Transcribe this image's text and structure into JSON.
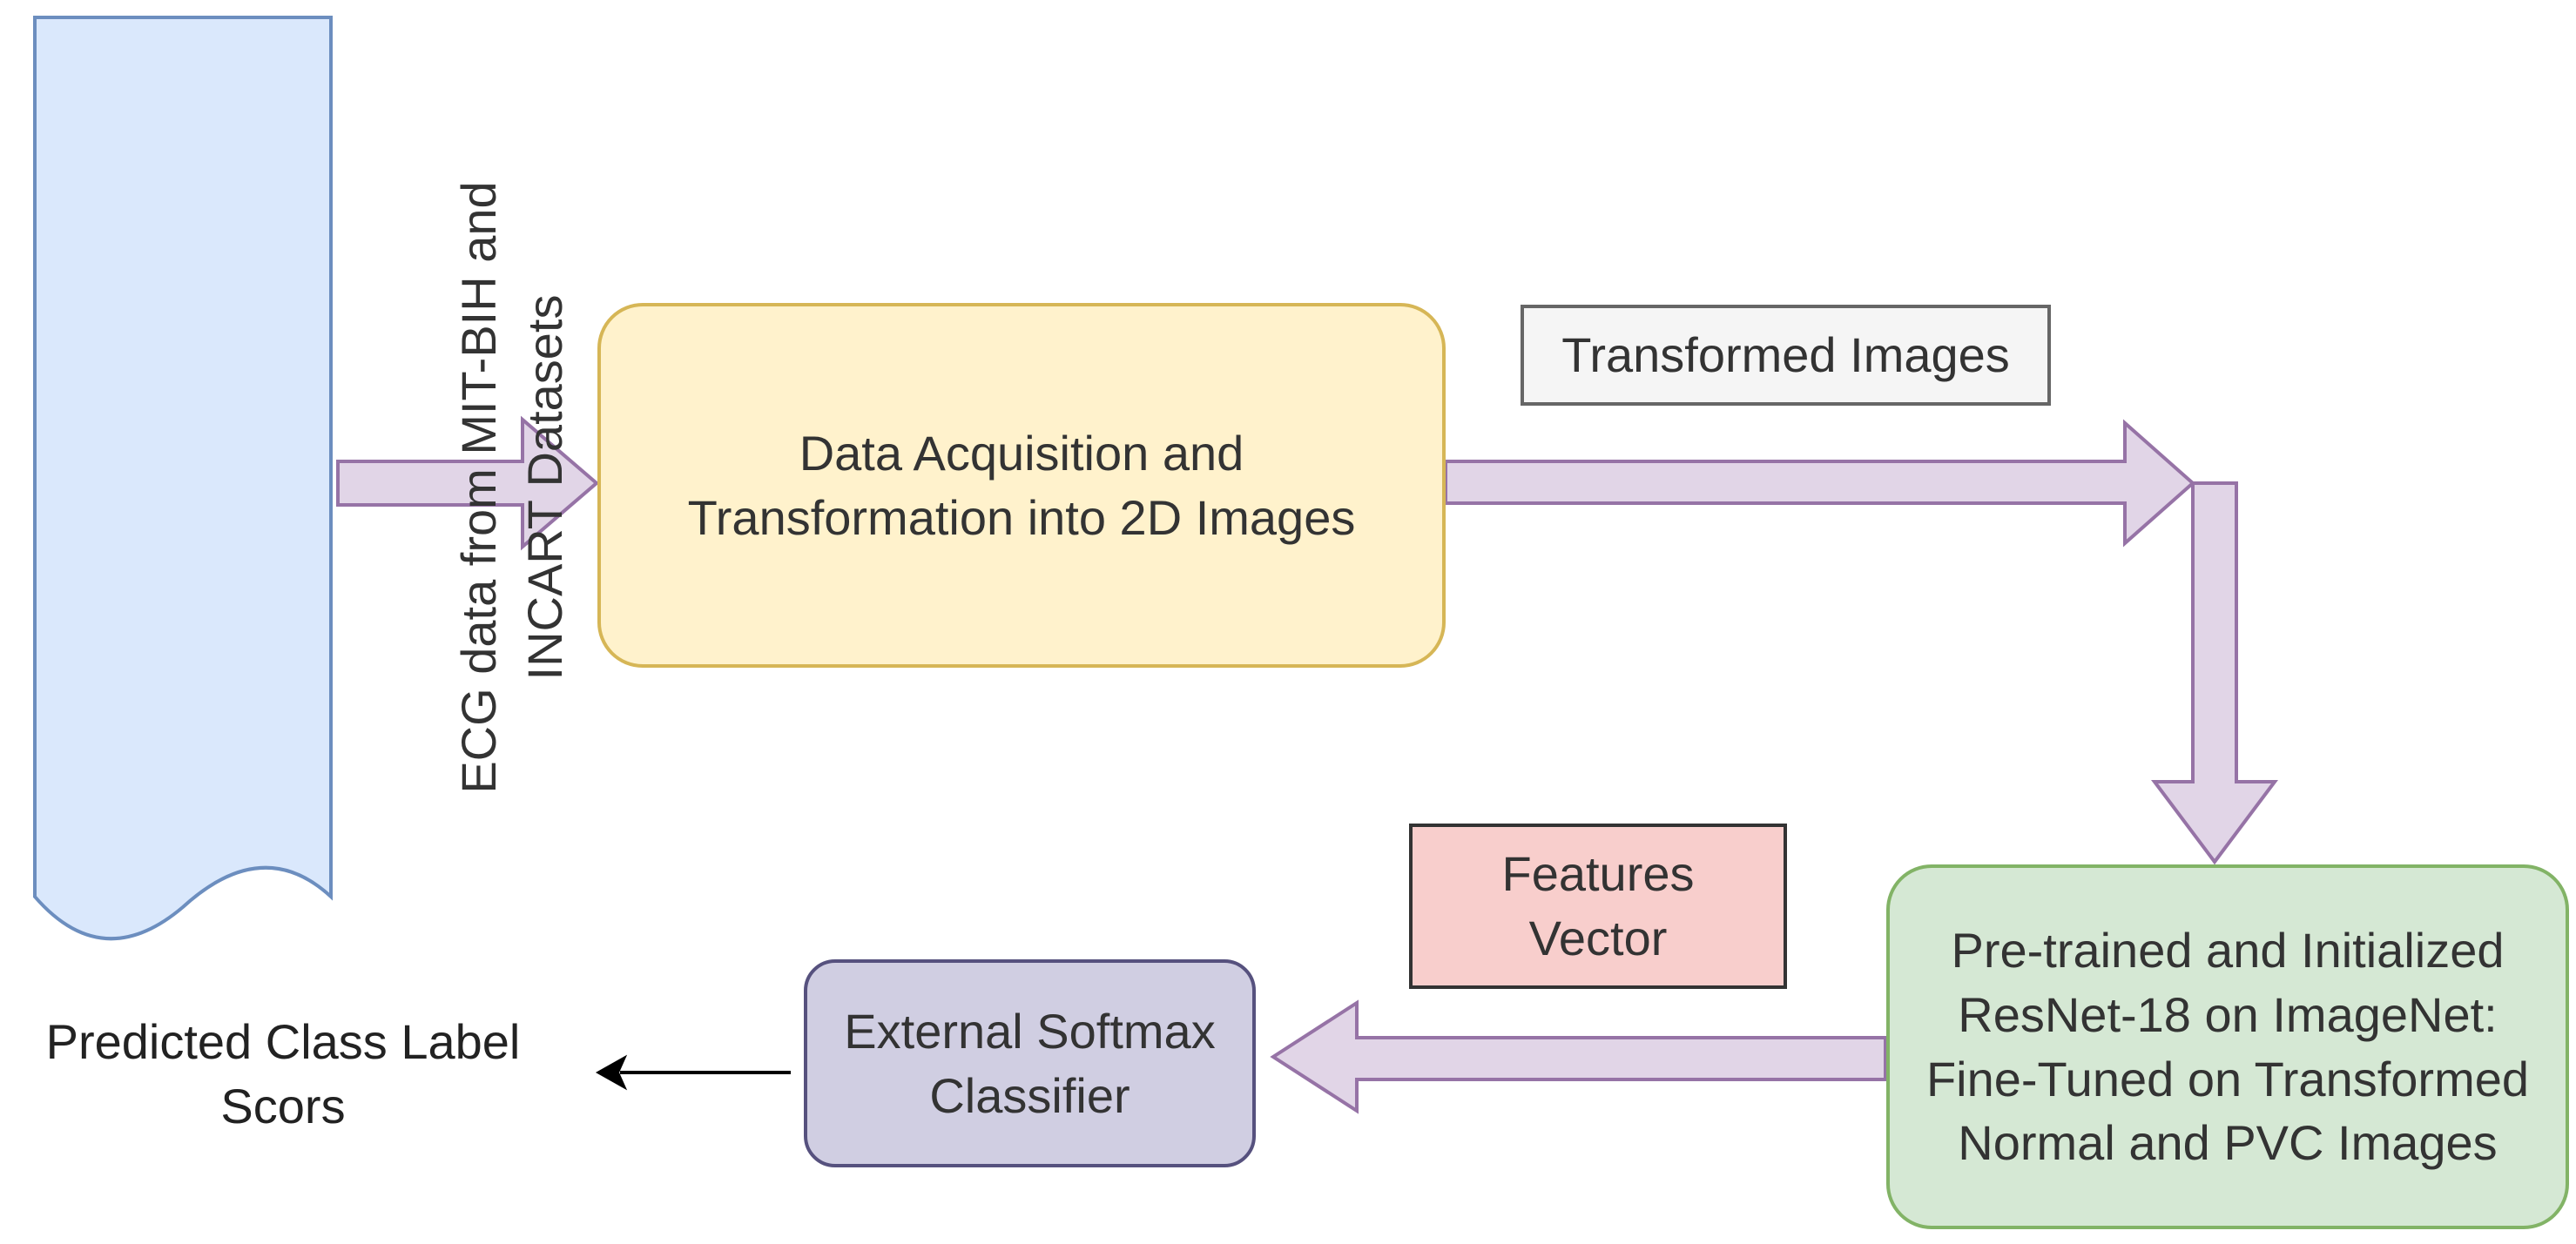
{
  "diagram": {
    "source": {
      "text": "ECG data from MIT-BIH and\nINCART Datasets",
      "fill": "#dae8fc",
      "stroke": "#6c8ebf"
    },
    "acquisition": {
      "text": "Data Acquisition and\nTransformation into 2D Images",
      "fill": "#fff2cc",
      "stroke": "#d6b656"
    },
    "transformed_label": {
      "text": "Transformed Images",
      "fill": "#f5f5f5",
      "stroke": "#666666"
    },
    "resnet": {
      "text": "Pre-trained and Initialized\nResNet-18 on ImageNet:\nFine-Tuned on Transformed\nNormal and PVC Images",
      "fill": "#d5e8d4",
      "stroke": "#82b366"
    },
    "features_label": {
      "text": "Features\nVector",
      "fill": "#f8cecc",
      "stroke": "#333333"
    },
    "classifier": {
      "text": "External Softmax\nClassifier",
      "fill": "#d0cee2",
      "stroke": "#56517e"
    },
    "output": {
      "text": "Predicted Class Label\nScors"
    },
    "arrow_colors": {
      "fill": "#e1d5e7",
      "stroke": "#9673a6",
      "pointer": "#000000"
    }
  }
}
